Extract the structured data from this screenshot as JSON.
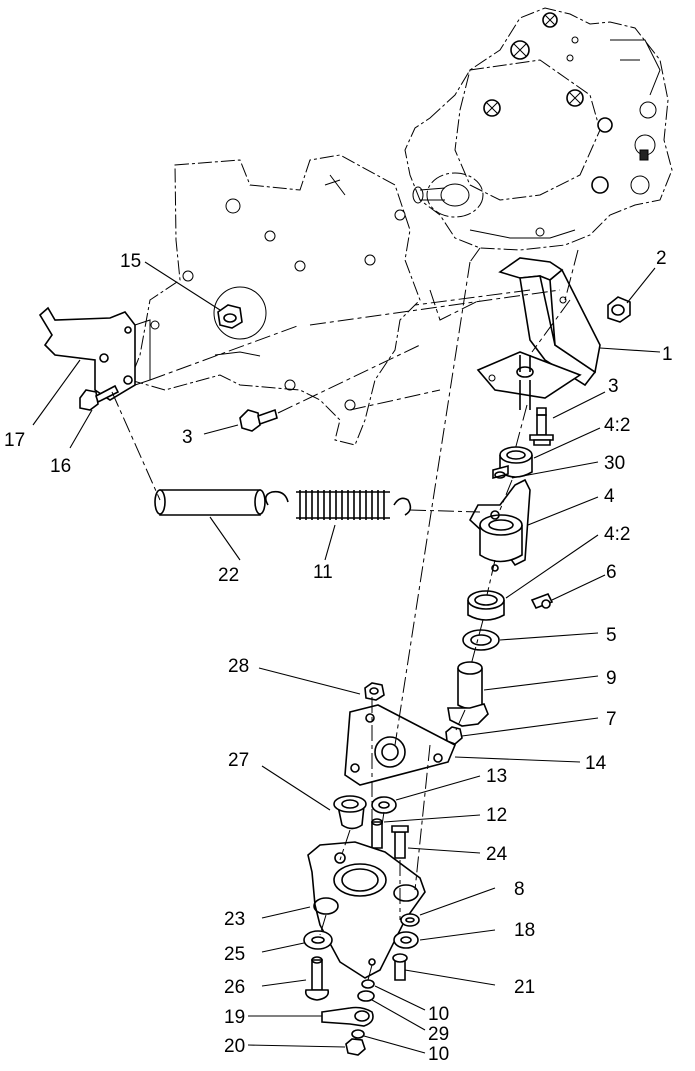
{
  "callouts": [
    "1",
    "2",
    "3",
    "3",
    "4:2",
    "30",
    "4",
    "4:2",
    "6",
    "5",
    "9",
    "7",
    "14",
    "13",
    "12",
    "24",
    "8",
    "18",
    "21",
    "10",
    "29",
    "10",
    "28",
    "27",
    "23",
    "25",
    "26",
    "19",
    "20",
    "15",
    "17",
    "16",
    "22",
    "11"
  ]
}
